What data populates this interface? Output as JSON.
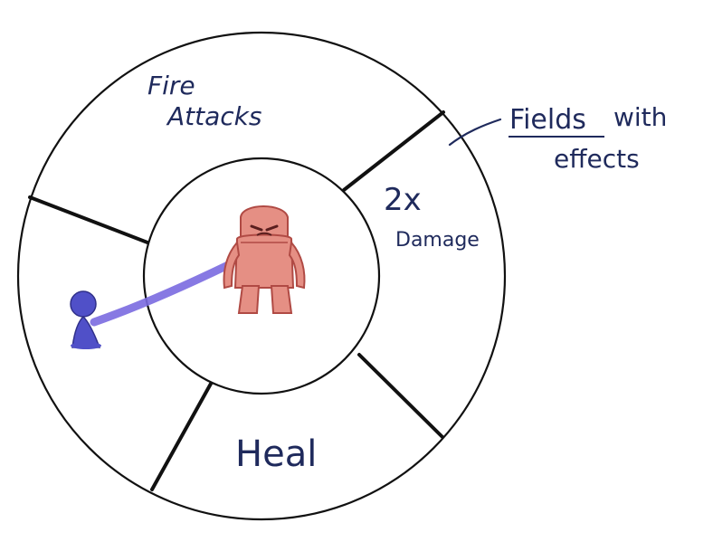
{
  "zones": {
    "top": "Fire Attacks",
    "right": "2x Damage",
    "bottom": "Heal"
  },
  "annotation": {
    "word1": "Fields",
    "word2": "with",
    "word3": "effects"
  },
  "colors": {
    "ink": "#1f2a5c",
    "line": "#111111",
    "enemy": "#e58f84",
    "enemy_outline": "#b04a44",
    "enemy_face": "#5a1e1e",
    "player": "#5050c8",
    "tether": "#7a6ae0"
  },
  "icons": {
    "enemy": "red-monster-icon",
    "player": "blue-pawn-icon"
  }
}
